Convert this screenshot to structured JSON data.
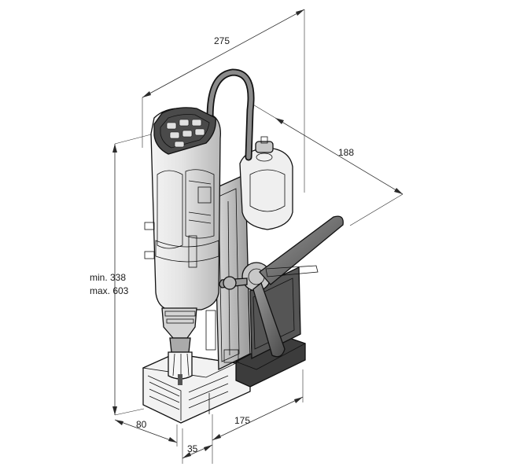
{
  "dimensions": {
    "width": "275",
    "depth": "188",
    "height_min": "min. 338",
    "height_max": "max. 603",
    "base_depth": "80",
    "base_offset": "35",
    "base_width": "175"
  },
  "colors": {
    "line": "#111111",
    "body_light": "#e6e6e6",
    "body_mid": "#c2c2c2",
    "body_dark": "#6a6a6a",
    "magnet_dark": "#3c3c3c",
    "background": "#ffffff"
  }
}
